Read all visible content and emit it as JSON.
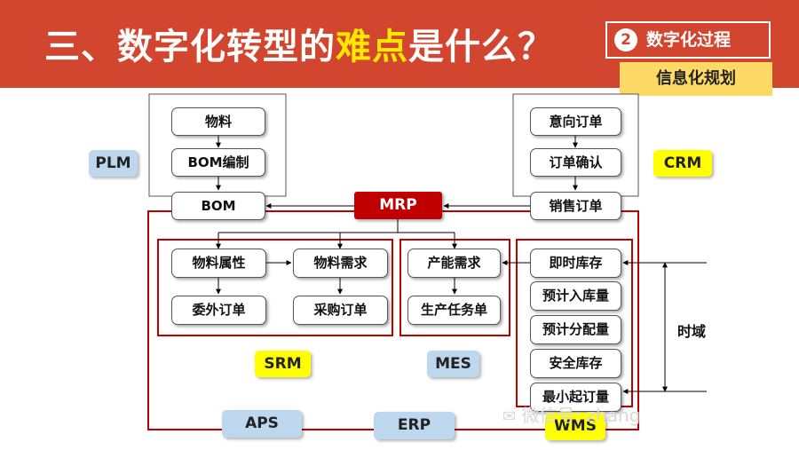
{
  "header": {
    "title_part1": "三、数字化转型的",
    "title_highlight": "难点",
    "title_part2": "是什么？",
    "step_number": "2",
    "step_label": "数字化过程",
    "sub_label": "信息化规划",
    "header_color": "#d2452f",
    "highlight_color": "#ffe800"
  },
  "diagram": {
    "plm_nodes": [
      "物料",
      "BOM编制",
      "BOM"
    ],
    "crm_nodes": [
      "意向订单",
      "订单确认",
      "销售订单"
    ],
    "center_node": "MRP",
    "srm_nodes": [
      "物料属性",
      "物料需求",
      "委外订单",
      "采购订单"
    ],
    "mes_nodes": [
      "产能需求",
      "生产任务单"
    ],
    "wms_nodes": [
      "即时库存",
      "预计入库量",
      "预计分配量",
      "安全库存",
      "最小起订量"
    ],
    "time_label": "时域",
    "tags": {
      "plm": "PLM",
      "crm": "CRM",
      "srm": "SRM",
      "mes": "MES",
      "aps": "APS",
      "erp": "ERP",
      "wms": "WMS"
    },
    "colors": {
      "frame_red": "#c00000",
      "tag_blue": "#bdd7ee",
      "tag_yellow": "#ffff00"
    }
  },
  "watermark": "微信号: zhang"
}
